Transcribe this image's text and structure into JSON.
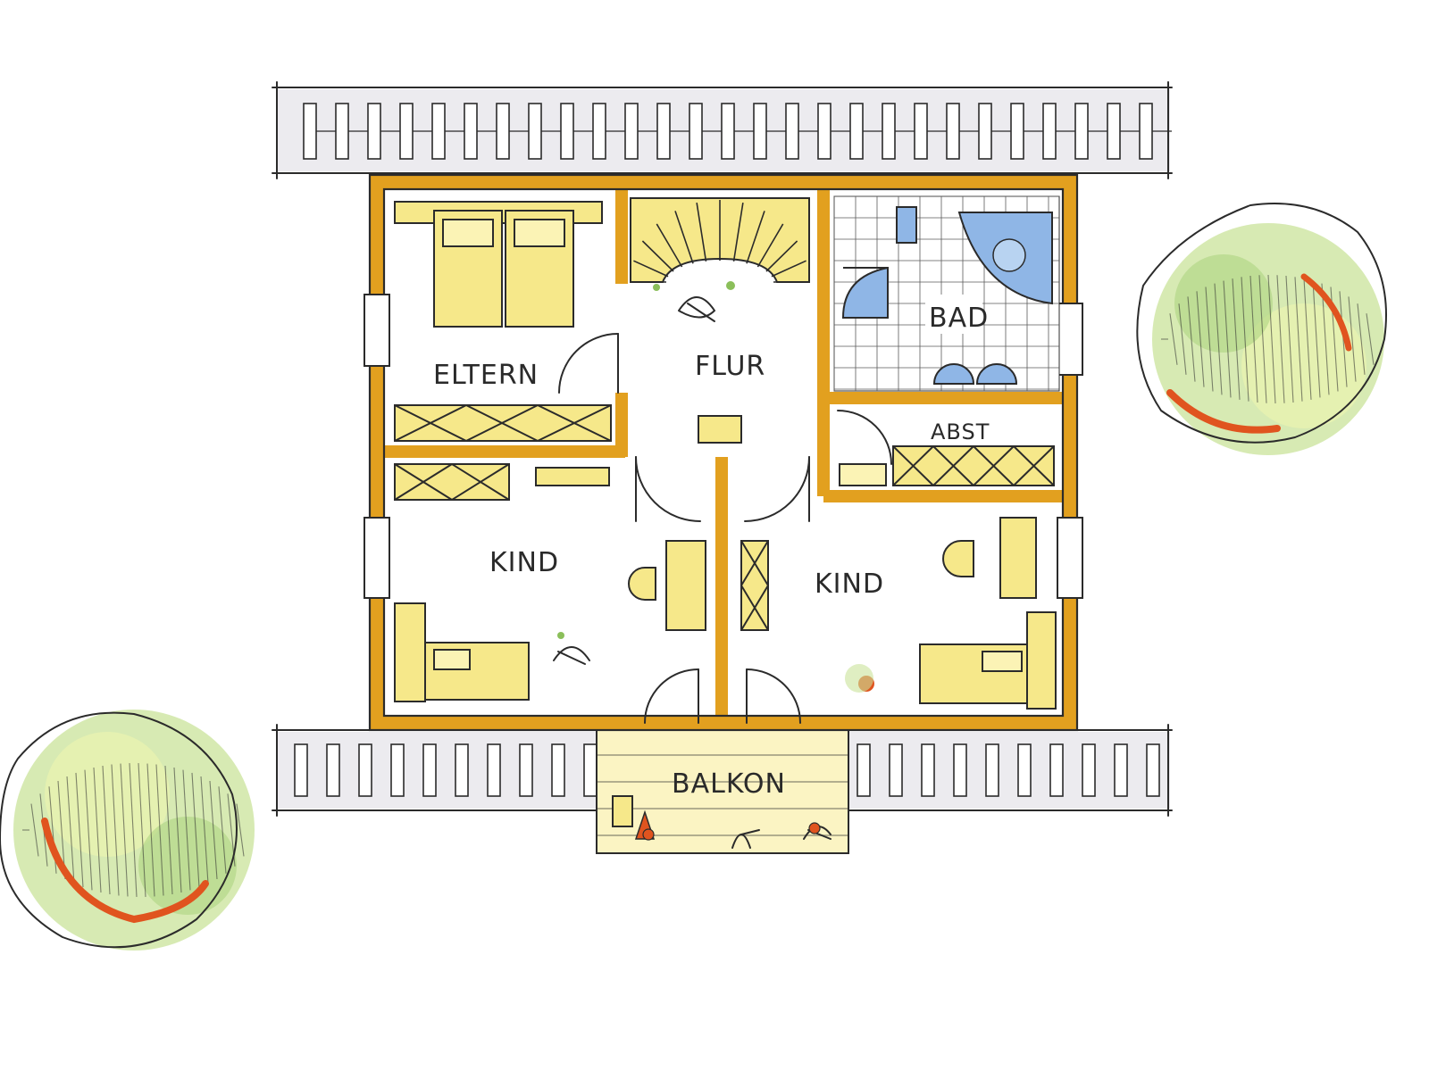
{
  "rooms": {
    "eltern": "ELTERN",
    "flur": "FLUR",
    "bad": "BAD",
    "abst": "ABST",
    "kind_left": "KIND",
    "kind_right": "KIND",
    "balkon": "BALKON"
  },
  "colors": {
    "wall": "#e2a01f",
    "furniture": "#f6e88a",
    "water": "#8fb6e6",
    "tree_green": "#c9e39a",
    "tree_accent": "#e0541f"
  }
}
